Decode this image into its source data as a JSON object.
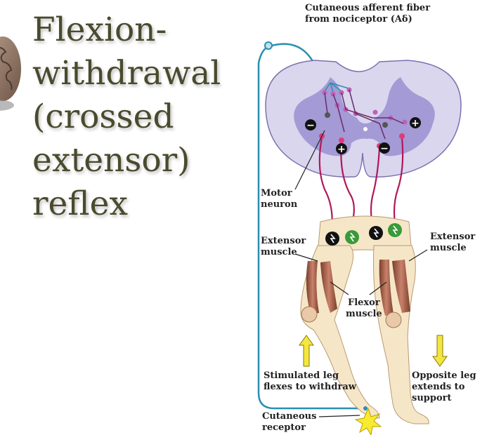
{
  "title_lines": [
    "Flexion-",
    "withdrawal",
    "(crossed",
    "extensor)",
    "reflex"
  ],
  "labels": {
    "afferent_1": "Cutaneous afferent fiber",
    "afferent_2": "from nociceptor (Aδ)",
    "motor_1": "Motor",
    "motor_2": "neuron",
    "extensor_left_1": "Extensor",
    "extensor_left_2": "muscle",
    "extensor_right_1": "Extensor",
    "extensor_right_2": "muscle",
    "flexor_1": "Flexor",
    "flexor_2": "muscle",
    "stim_1": "Stimulated leg",
    "stim_2": "flexes to withdraw",
    "opp_1": "Opposite leg",
    "opp_2": "extends to",
    "opp_3": "support",
    "receptor_1": "Cutaneous",
    "receptor_2": "receptor"
  },
  "symbols": {
    "minus": "−",
    "plus": "+"
  },
  "colors": {
    "title": "#4a4a2e",
    "afferent": "#2a8fb0",
    "motor": "#b0185a",
    "gray_matter": "#9a8fd0",
    "white_matter": "#d9d6ee",
    "skin": "#f6e6c8",
    "arrow": "#f3e640"
  }
}
